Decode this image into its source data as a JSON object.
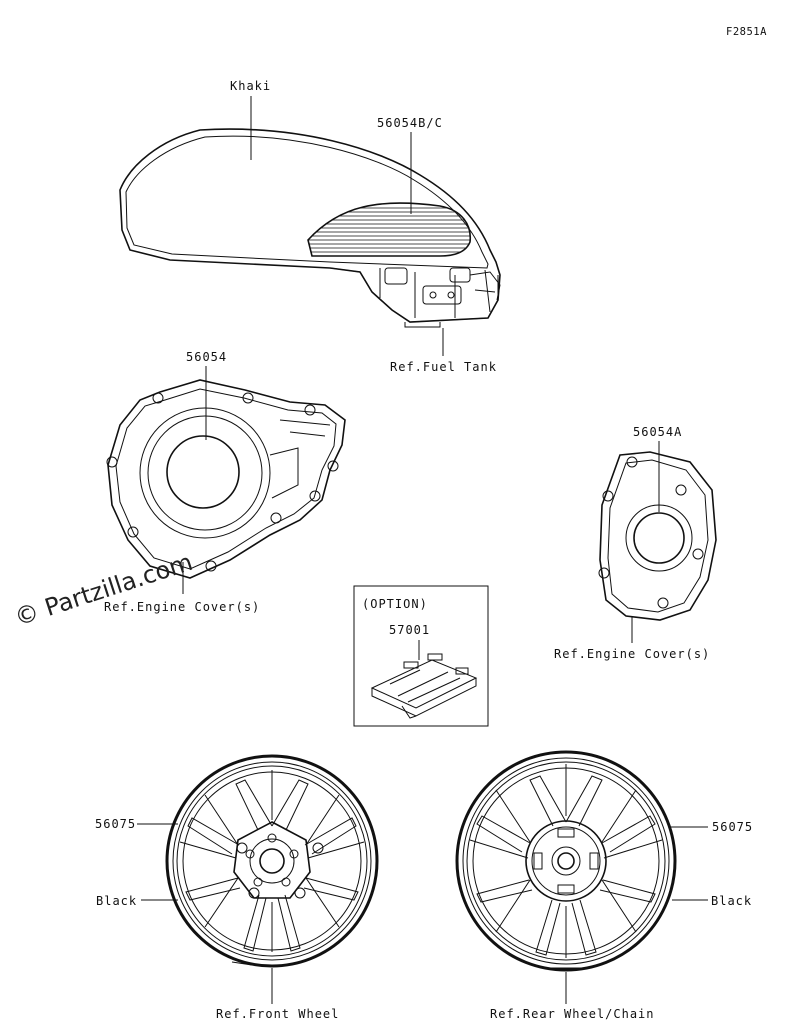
{
  "figure_id": "F2851A",
  "watermark": "© Partzilla.com",
  "labels": {
    "khaki": "Khaki",
    "tank_decal": "56054B/C",
    "ref_fuel_tank": "Ref.Fuel Tank",
    "left_cover_decal": "56054",
    "ref_engine_cover_left": "Ref.Engine Cover(s)",
    "right_cover_decal": "56054A",
    "ref_engine_cover_right": "Ref.Engine Cover(s)",
    "option": "(OPTION)",
    "option_part": "57001",
    "front_wheel_decal": "56075",
    "front_black": "Black",
    "ref_front_wheel": "Ref.Front Wheel",
    "rear_wheel_decal": "56075",
    "rear_black": "Black",
    "ref_rear_wheel": "Ref.Rear Wheel/Chain"
  }
}
